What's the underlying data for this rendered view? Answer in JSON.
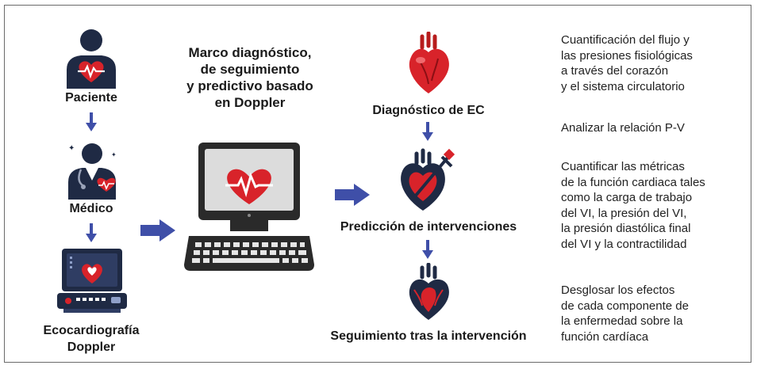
{
  "left_column": {
    "paciente": "Paciente",
    "medico": "Médico",
    "eco_line1": "Ecocardiografía",
    "eco_line2": "Doppler"
  },
  "center": {
    "title_line1": "Marco diagnóstico,",
    "title_line2": "de seguimiento",
    "title_line3": "y predictivo basado",
    "title_line4": "en Doppler"
  },
  "right_column": {
    "diagnostico": "Diagnóstico de EC",
    "prediccion": "Predicción de intervenciones",
    "seguimiento": "Seguimiento tras la intervención"
  },
  "descriptions": {
    "d1": [
      "Cuantificación del flujo y",
      "las presiones fisiológicas",
      "a través del corazón",
      "y el sistema circulatorio"
    ],
    "d2": [
      "Analizar la relación P-V"
    ],
    "d3": [
      "Cuantificar las métricas",
      "de la función cardiaca tales",
      "como la carga de trabajo",
      "del VI, la presión del VI,",
      "la presión diastólica final",
      "del VI y la contractilidad"
    ],
    "d4": [
      "Desglosar los efectos",
      "de cada componente de",
      "la enfermedad sobre la",
      "función cardíaca"
    ]
  },
  "colors": {
    "arrow": "#3f4fa8",
    "heart_red": "#d8232a",
    "navy": "#1f2a44"
  }
}
